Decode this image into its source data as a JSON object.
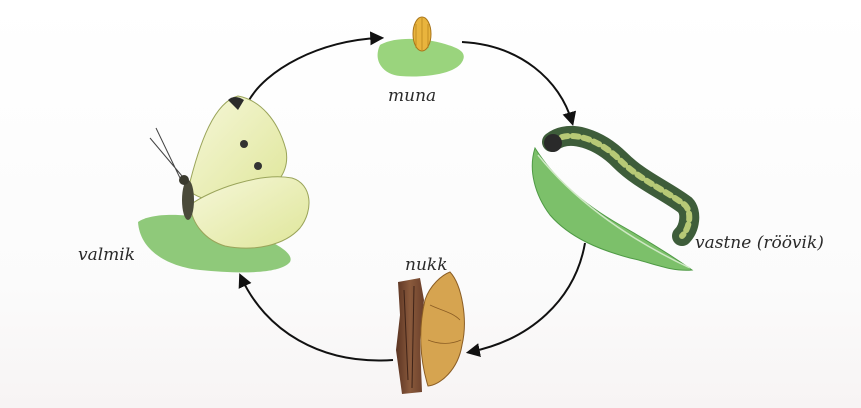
{
  "stages": {
    "egg": {
      "label": "muna",
      "icon": "egg-icon"
    },
    "larva": {
      "label": "vastne (röövik)",
      "icon": "caterpillar-icon"
    },
    "pupa": {
      "label": "nukk",
      "icon": "pupa-icon"
    },
    "adult": {
      "label": "valmik",
      "icon": "butterfly-icon"
    }
  },
  "colors": {
    "arrow": "#111111",
    "leaf": "#7cc06a",
    "leaf_dark": "#4f9a45",
    "butterfly_wing": "#eef0b8",
    "bark": "#7a4a32",
    "pupa": "#d6a450"
  }
}
